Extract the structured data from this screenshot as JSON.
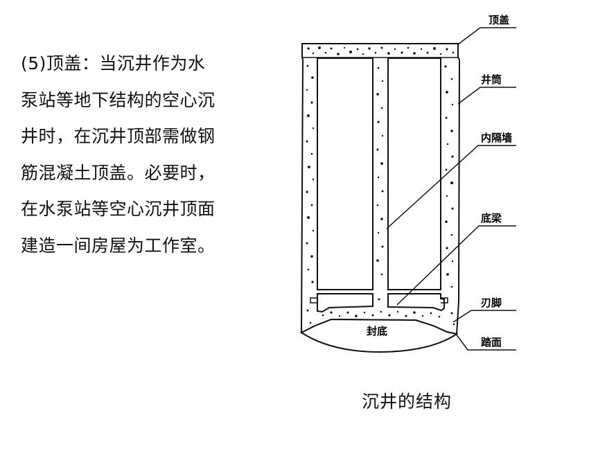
{
  "text_lines": [
    "(5)顶盖：当沉井作为水",
    "泵站等地下结构的空心沉",
    "井时，在沉井顶部需做钢",
    "筋混凝土顶盖。必要时，",
    "在水泵站等空心沉井顶面",
    "建造一间房屋为工作室。"
  ],
  "diagram": {
    "labels": {
      "top_cover": "顶盖",
      "shaft_wall": "井筒",
      "inner_partition": "内隔墙",
      "bottom_beam": "底梁",
      "cutting_edge": "刃脚",
      "tread_face": "踏面",
      "bottom_seal": "封底"
    },
    "caption": "沉井的结构"
  },
  "colors": {
    "ink": "#111111",
    "fill": "#ffffff"
  }
}
